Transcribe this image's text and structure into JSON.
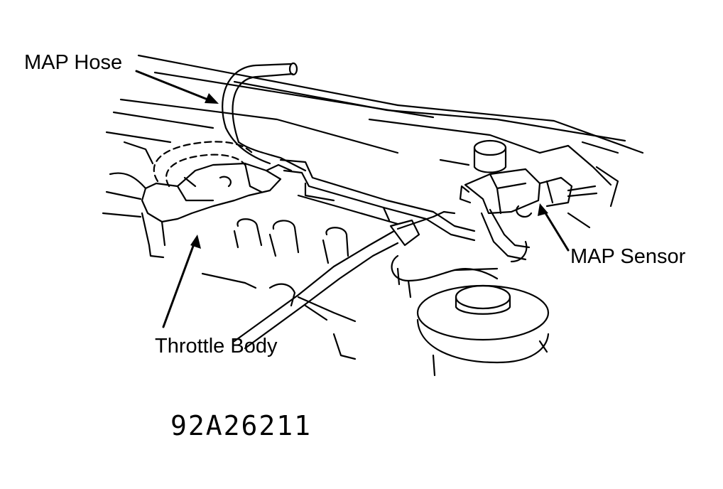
{
  "labels": {
    "map_hose": "MAP Hose",
    "map_sensor": "MAP Sensor",
    "throttle_body": "Throttle Body"
  },
  "figure_code": "92A26211"
}
